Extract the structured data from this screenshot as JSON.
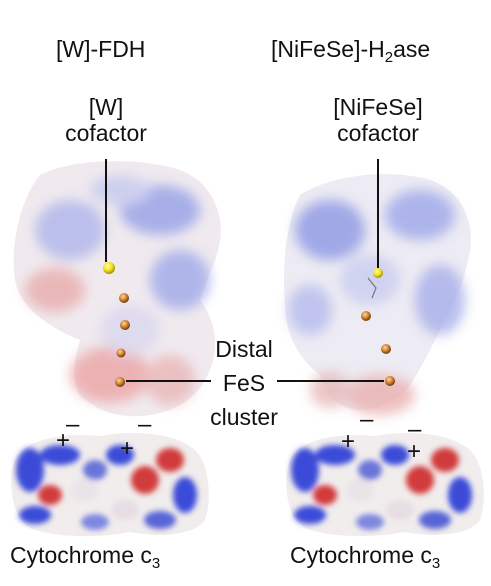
{
  "left_panel": {
    "title_main": "[W]-FDH",
    "cofactor_line1": "[W]",
    "cofactor_line2": "cofactor"
  },
  "right_panel": {
    "title_main": "[NiFeSe]-H",
    "title_sub": "2",
    "title_tail": "ase",
    "cofactor_line1": "[NiFeSe]",
    "cofactor_line2": "cofactor"
  },
  "center_label": {
    "line1": "Distal",
    "line2": "FeS",
    "line3": "cluster"
  },
  "cytochrome": {
    "text": "Cytochrome c",
    "sub": "3"
  },
  "charges": {
    "minus": "–",
    "plus": "+"
  },
  "colors": {
    "positive_surface": "#3b4bd8",
    "negative_surface": "#d23a3a",
    "neutral_surface": "#f2eeee",
    "cofactor_yellow": "#f2e21a",
    "fes_orange": "#c8782a"
  }
}
